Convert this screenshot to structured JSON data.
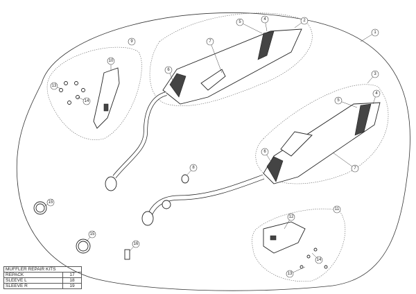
{
  "callouts": {
    "c1": "1",
    "c2": "2",
    "c3": "3",
    "c4a": "4",
    "c4b": "4",
    "c5a": "5",
    "c5b": "5",
    "c6a": "6",
    "c6b": "6",
    "c7a": "7",
    "c7b": "7",
    "c8": "8",
    "c9": "9",
    "c10": "10",
    "c11": "11",
    "c12": "12",
    "c13a": "13",
    "c13b": "13",
    "c14a": "14",
    "c14b": "14",
    "c15a": "15",
    "c15b": "15",
    "c16": "16"
  },
  "repair_table": {
    "title": "MUFFLER REPAIR KITS",
    "rows": [
      {
        "label": "REPACK",
        "number": "17"
      },
      {
        "label": "SLEEVE L",
        "number": "18"
      },
      {
        "label": "SLEEVE R",
        "number": "19"
      }
    ]
  }
}
